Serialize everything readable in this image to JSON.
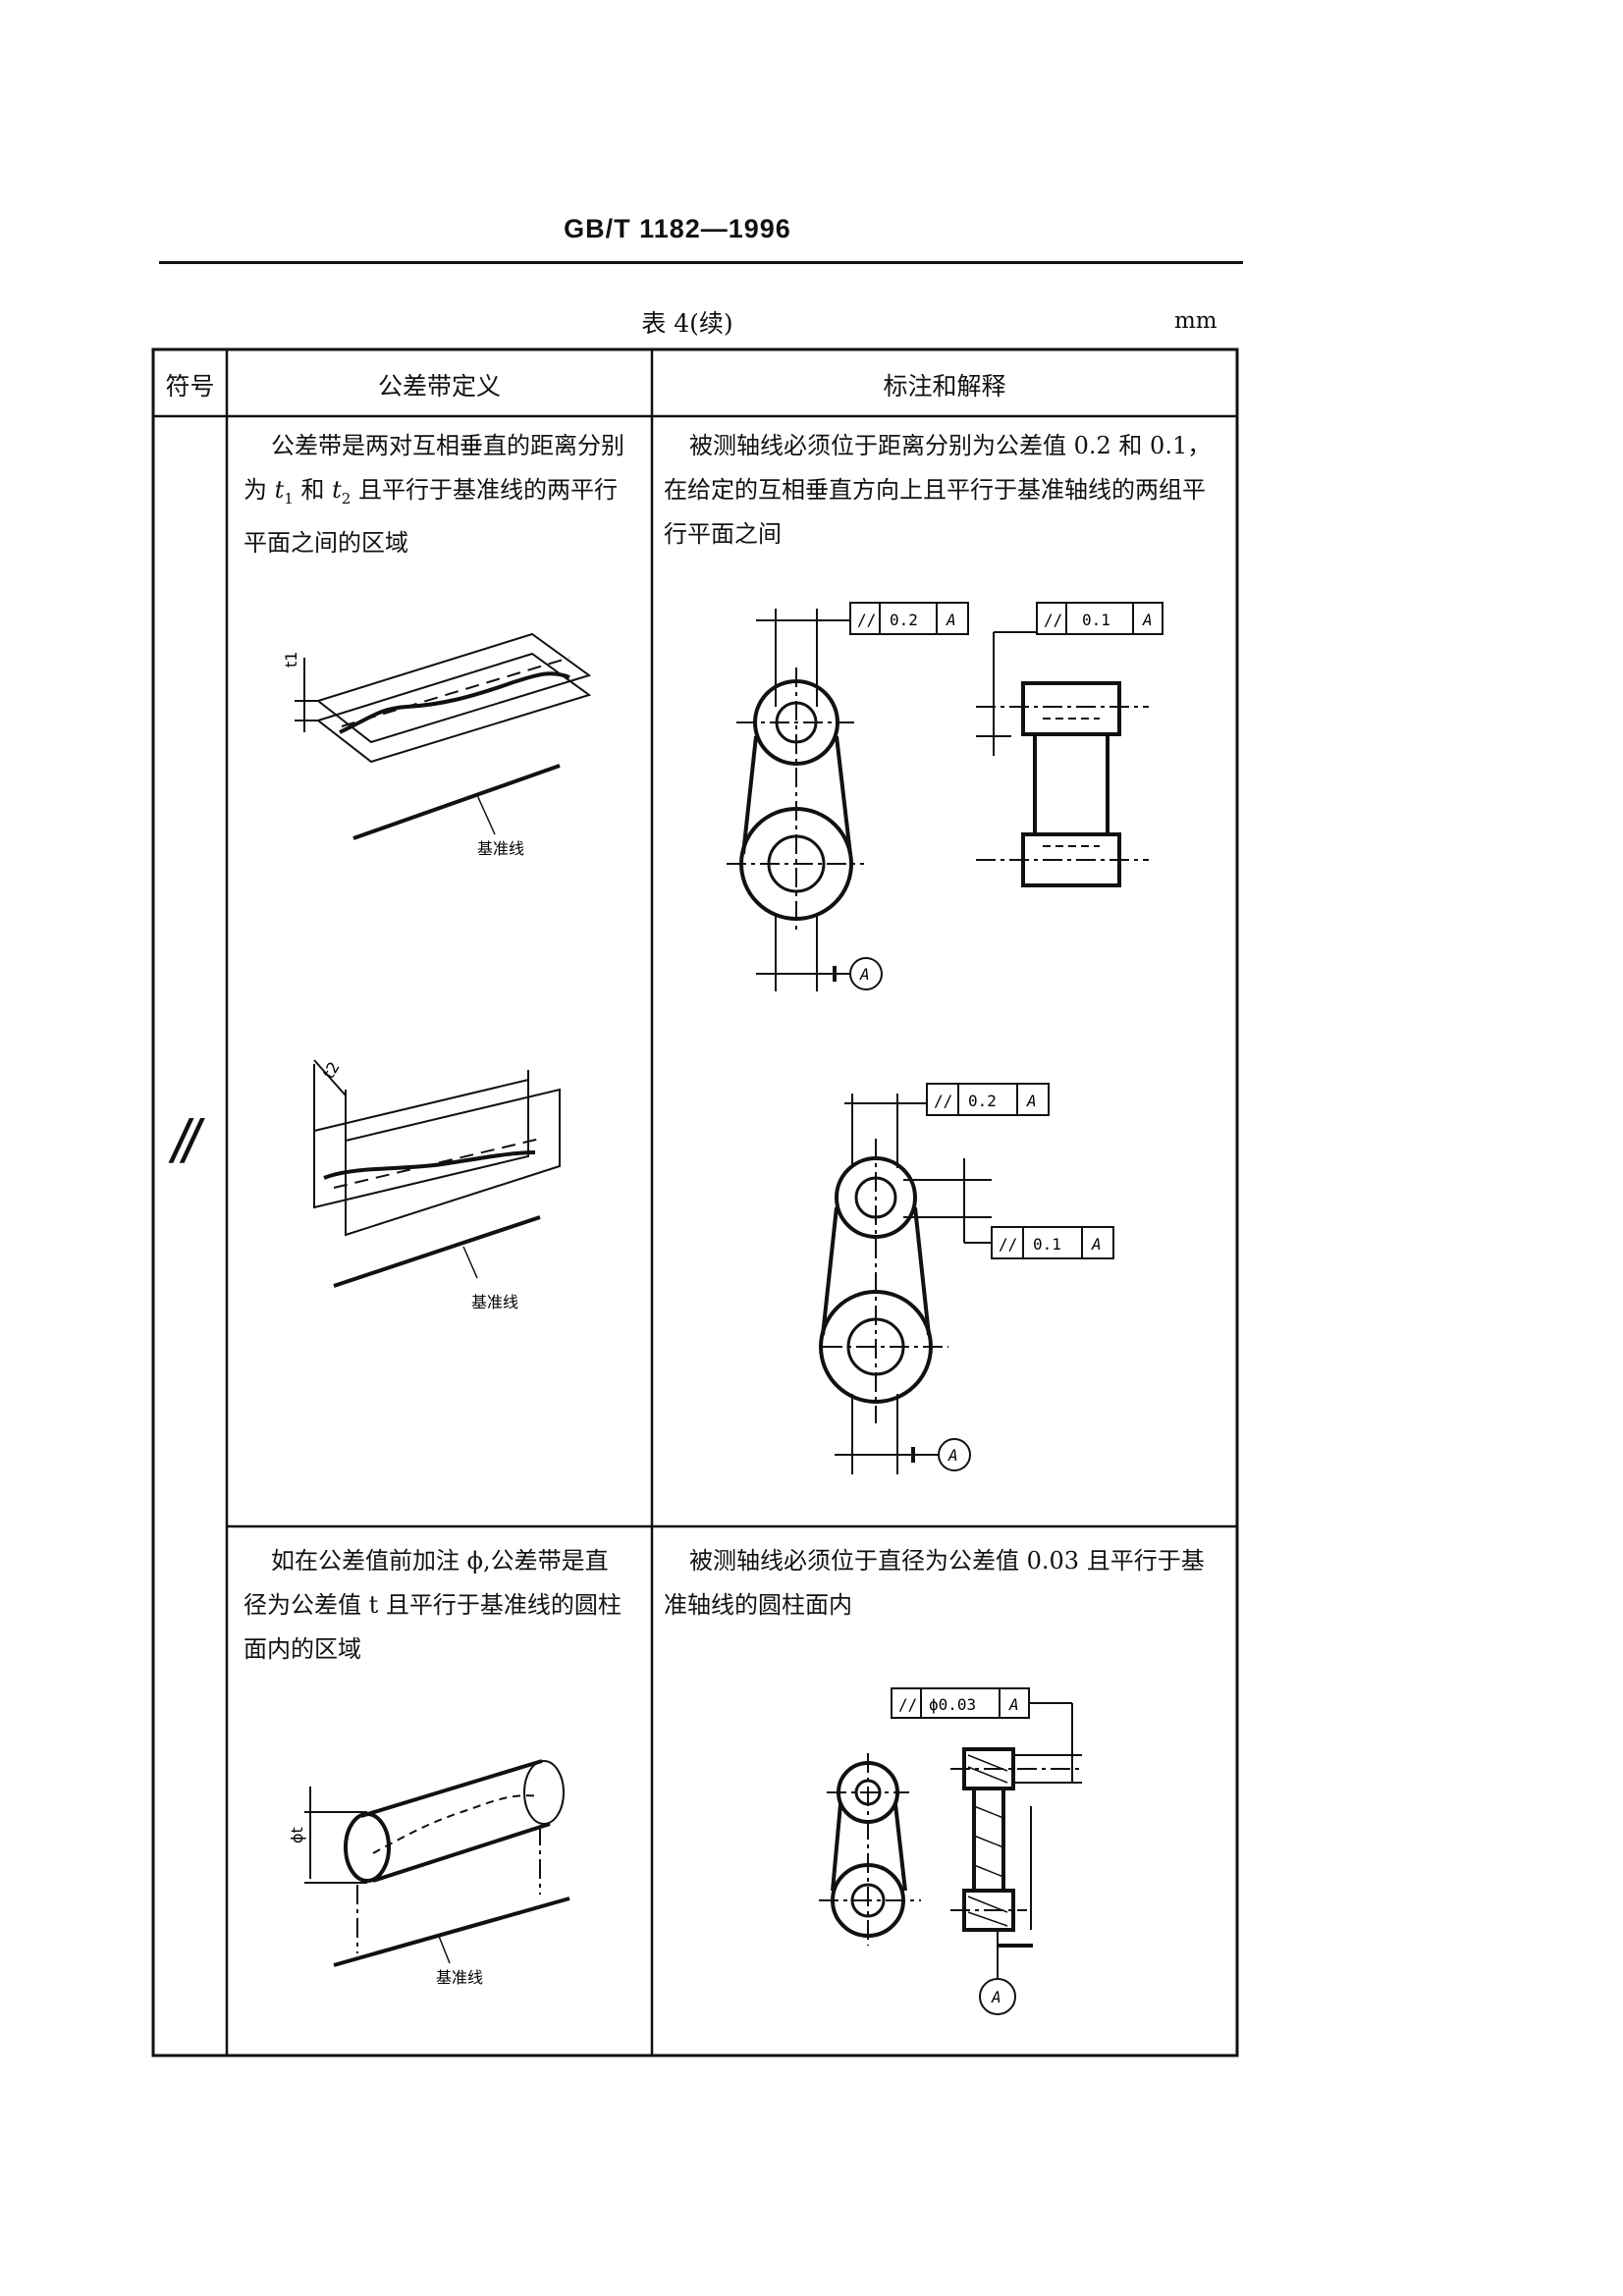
{
  "header": {
    "standard_code": "GB/T 1182—1996"
  },
  "table": {
    "caption": "表 4(续)",
    "unit": "mm",
    "columns": [
      "符号",
      "公差带定义",
      "标注和解释"
    ],
    "symbol": "//",
    "rows": [
      {
        "definition_lines": [
          "公差带是两对互相垂直的距离分别",
          "为 {t1} 和 {t2} 且平行于基准线的两平行",
          "平面之间的区域"
        ],
        "definition_parts": {
          "a": "为 ",
          "t1": "t",
          "t1_sub": "1",
          "b": " 和 ",
          "t2": "t",
          "t2_sub": "2",
          "c": " 且平行于基准线的两平行"
        },
        "explanation_lines": [
          "被测轴线必须位于距离分别为公差值 0.2 和 0.1，",
          "在给定的互相垂直方向上且平行于基准轴线的两组平",
          "行平面之间"
        ],
        "figures": {
          "zone_1": {
            "dim_label": "t1",
            "datum_label": "基准线"
          },
          "zone_2": {
            "dim_label": "t2",
            "datum_label": "基准线"
          },
          "fcf_a": {
            "symbol": "//",
            "value": "0.2",
            "datum": "A"
          },
          "fcf_b": {
            "symbol": "//",
            "value": "0.1",
            "datum": "A"
          },
          "fcf_c": {
            "symbol": "//",
            "value": "0.2",
            "datum": "A"
          },
          "fcf_d": {
            "symbol": "//",
            "value": "0.1",
            "datum": "A"
          },
          "datum_a1": "A",
          "datum_a2": "A"
        }
      },
      {
        "definition_lines": [
          "如在公差值前加注 ϕ,公差带是直",
          "径为公差值 t 且平行于基准线的圆柱",
          "面内的区域"
        ],
        "explanation_lines": [
          "被测轴线必须位于直径为公差值 0.03 且平行于基",
          "准轴线的圆柱面内"
        ],
        "figures": {
          "cylinder": {
            "dim_label": "ϕt",
            "datum_label": "基准线"
          },
          "fcf_e": {
            "symbol": "//",
            "value": "ϕ0.03",
            "datum": "A"
          },
          "datum_a3": "A"
        }
      }
    ]
  }
}
